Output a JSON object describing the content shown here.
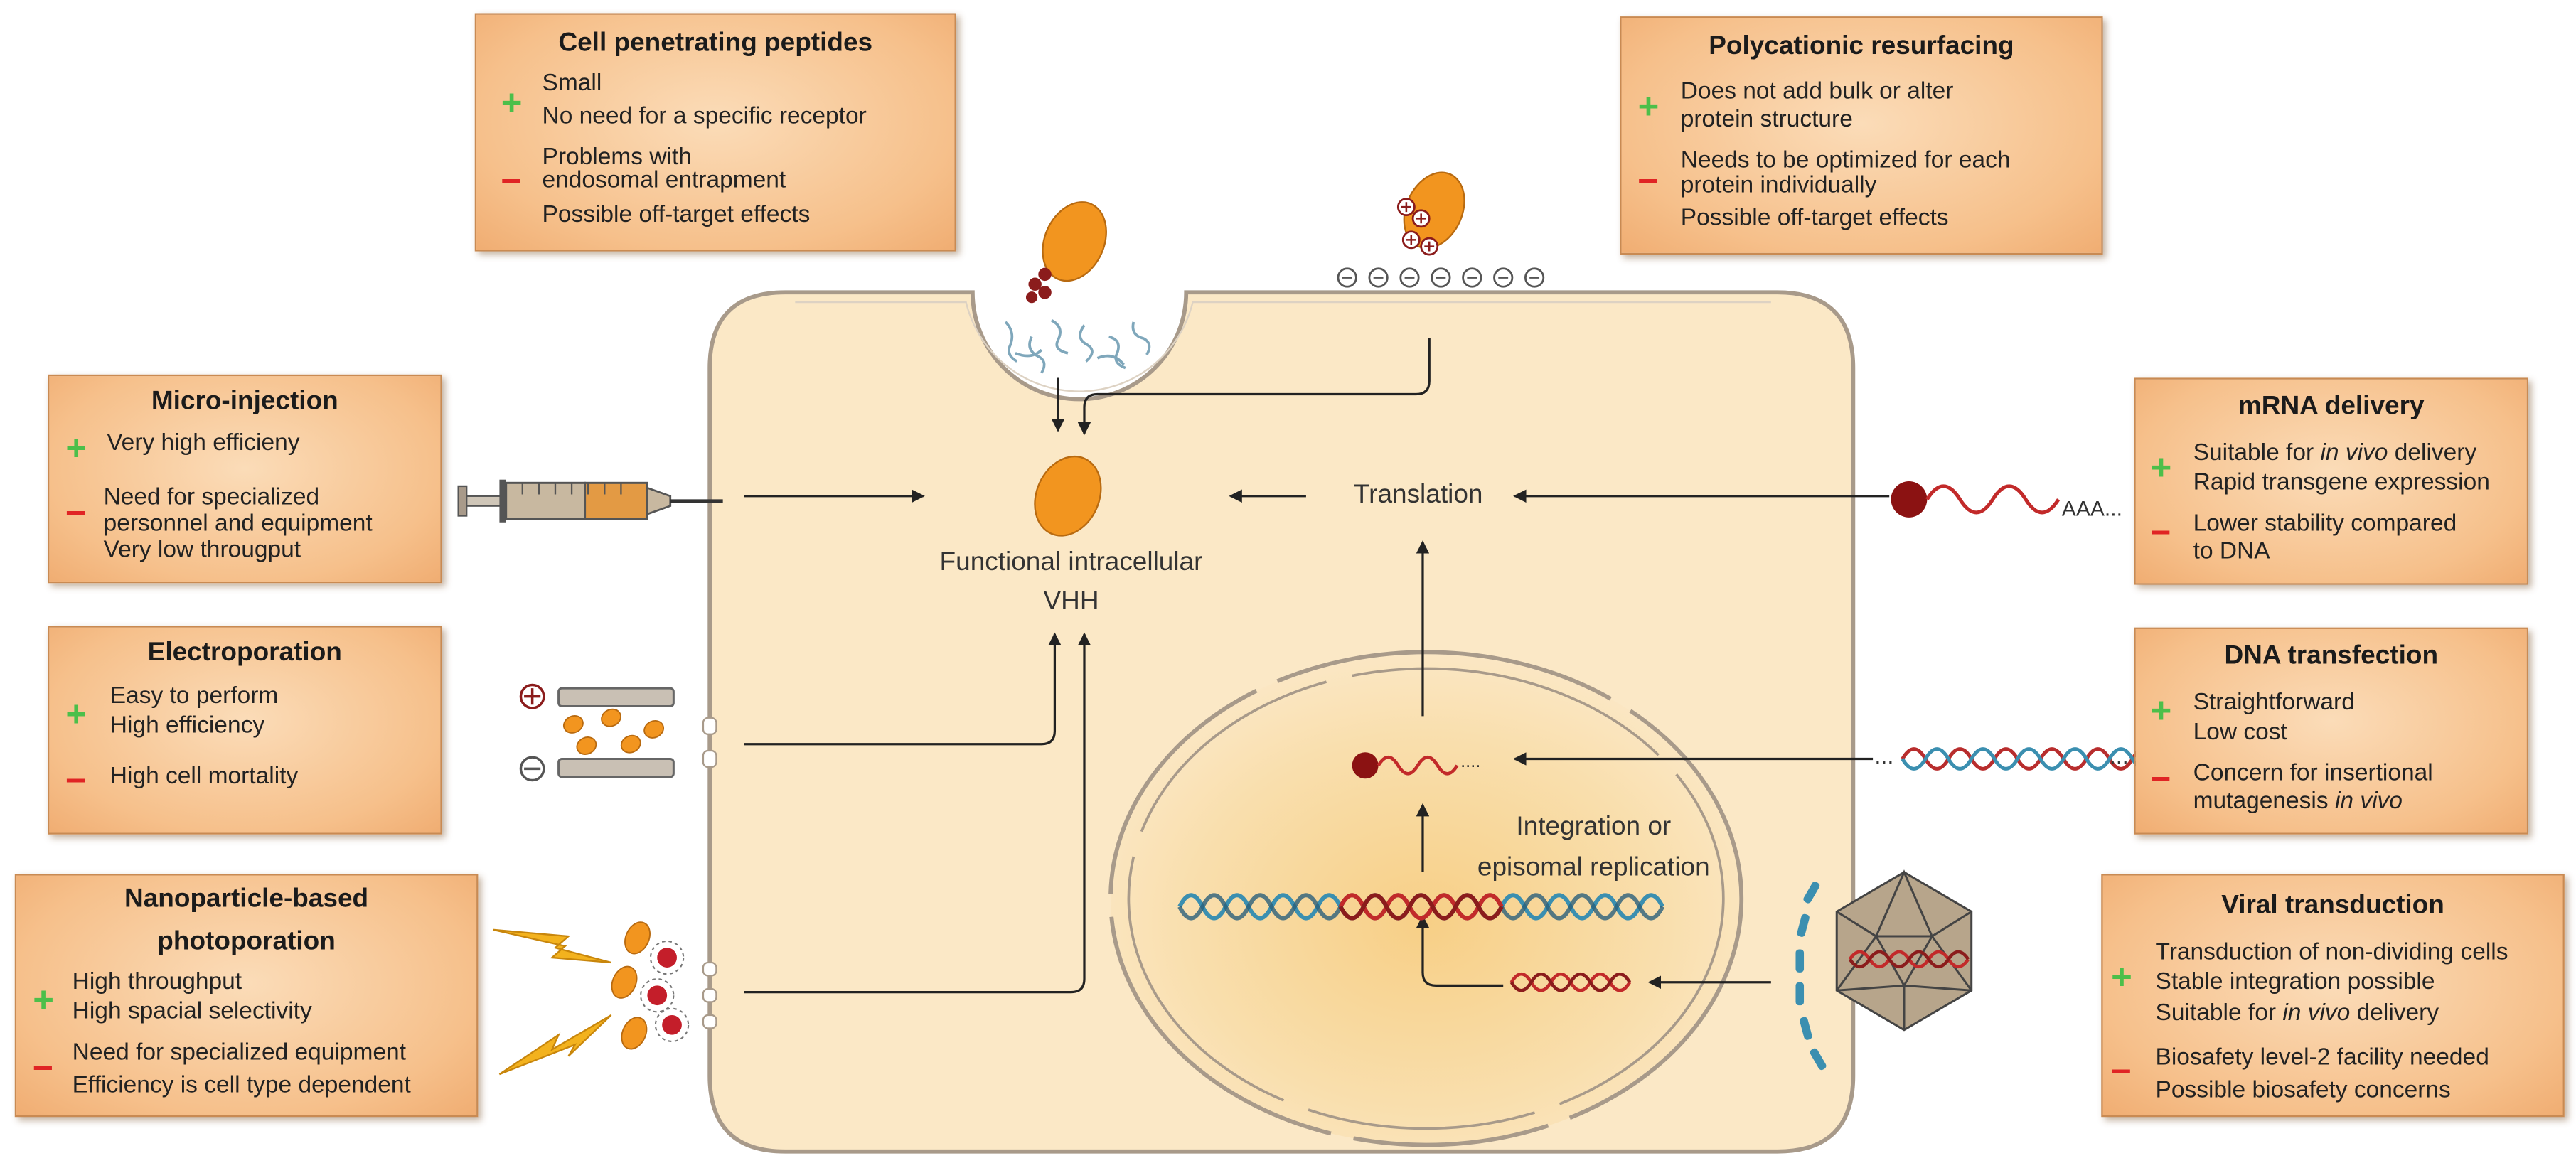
{
  "colors": {
    "cell": "#fbe8c6",
    "cell_border": "#a89a8a",
    "nucleus": "#f8d79c",
    "protein": "#f2951f",
    "plus": "#4cbf4a",
    "minus": "#e02424",
    "box": "#f6c08b",
    "dna_red": "#b82d2d",
    "dna_blue": "#3b8fb0"
  },
  "icons": {
    "plus_sign": "plus-sign-icon",
    "minus_sign": "minus-sign-icon",
    "syringe": "syringe-icon",
    "lightning": "lightning-bolt-icon",
    "virus": "icosahedral-virus-icon",
    "electrode": "electrode-icon"
  },
  "boxes": {
    "cpp": {
      "title": "Cell penetrating peptides",
      "pro": [
        "Small",
        "No need for a specific receptor"
      ],
      "con": [
        "Problems with",
        "endosomal entrapment",
        "Possible off-target effects"
      ]
    },
    "resurf": {
      "title": "Polycationic resurfacing",
      "pro": [
        "Does not add bulk or alter",
        "protein structure"
      ],
      "con": [
        "Needs to be optimized for each",
        "protein individually",
        "Possible off-target effects"
      ]
    },
    "micro": {
      "title": "Micro-injection",
      "pro": [
        "Very high efficieny"
      ],
      "con": [
        "Need for specialized",
        "personnel and equipment",
        "Very low througput"
      ]
    },
    "electro": {
      "title": "Electroporation",
      "pro": [
        "Easy to perform",
        "High efficiency"
      ],
      "con": [
        "High cell mortality"
      ]
    },
    "nano": {
      "title": [
        "Nanoparticle-based",
        "photoporation"
      ],
      "pro": [
        "High throughput",
        "High spacial selectivity"
      ],
      "con": [
        "Need for specialized equipment",
        "Efficiency is cell type dependent"
      ]
    },
    "mrna": {
      "title": "mRNA delivery",
      "pro": [
        "Suitable for ",
        "in vivo",
        " delivery",
        "Rapid transgene expression"
      ],
      "con": [
        "Lower stability compared",
        "to DNA"
      ]
    },
    "dna": {
      "title": "DNA transfection",
      "pro": [
        "Straightforward",
        "Low cost"
      ],
      "con": [
        "Concern for insertional",
        "mutagenesis ",
        "in vivo"
      ]
    },
    "viral": {
      "title": "Viral transduction",
      "pro": [
        "Transduction of non-dividing cells",
        "Stable integration possible",
        "Suitable for ",
        "in vivo",
        " delivery"
      ],
      "con": [
        "Biosafety level-2 facility needed",
        "Possible biosafety concerns"
      ]
    }
  },
  "cell_labels": {
    "functional": [
      "Functional intracellular",
      "VHH"
    ],
    "translation": "Translation",
    "integration": [
      "Integration or",
      "episomal replication"
    ],
    "poly_a": "AAA...",
    "dna_dots_left": "...",
    "dna_dots_right": "...",
    "rna_dots": "...."
  }
}
